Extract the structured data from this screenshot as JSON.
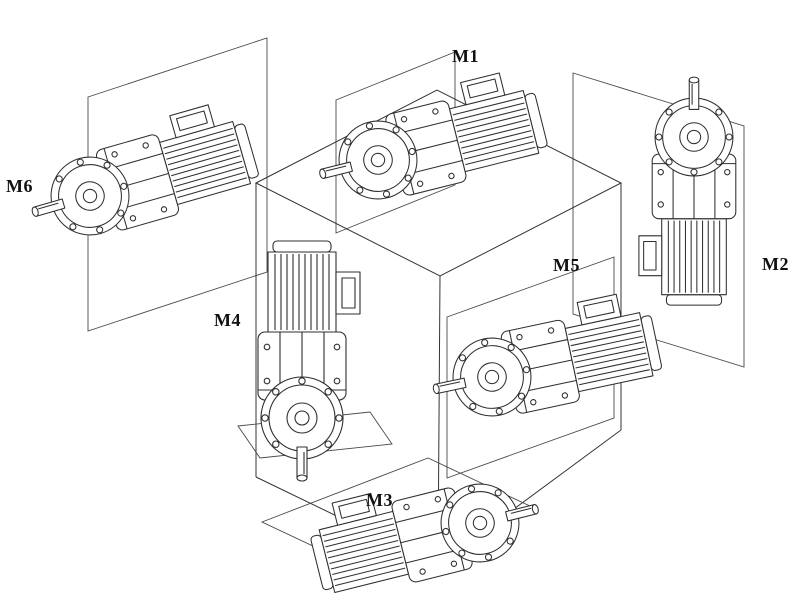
{
  "page": {
    "background_color": "#ffffff",
    "line_color": "#2f2f2f"
  },
  "diagram": {
    "name": "gear-motor-mounting-positions",
    "labels": {
      "m1": "M1",
      "m2": "M2",
      "m3": "M3",
      "m4": "M4",
      "m5": "M5",
      "m6": "M6"
    }
  }
}
